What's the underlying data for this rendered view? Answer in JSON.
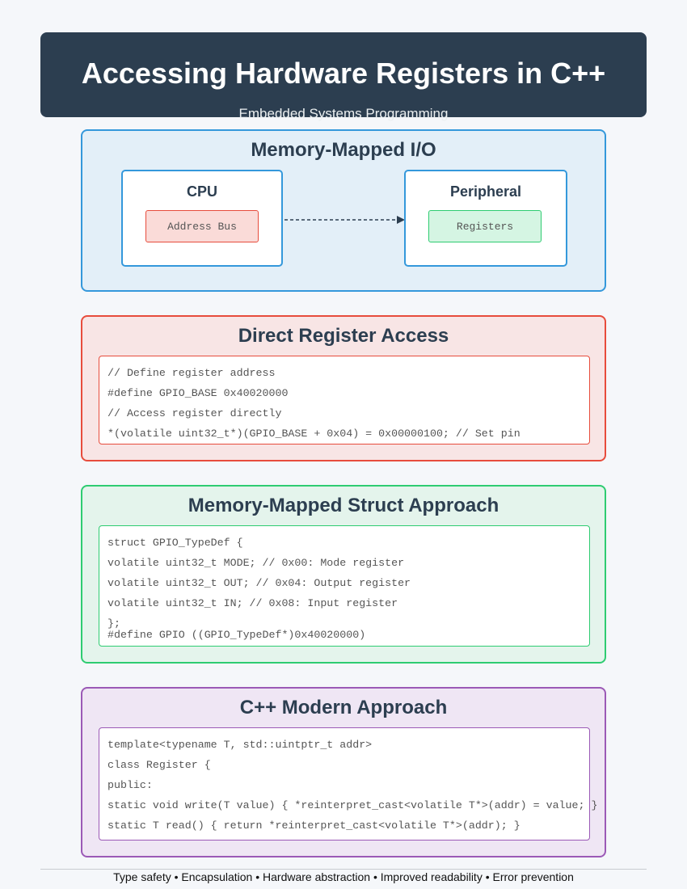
{
  "header": {
    "title": "Accessing Hardware Registers in C++",
    "subtitle": "Embedded Systems Programming"
  },
  "memory_mapped": {
    "title": "Memory-Mapped I/O",
    "cpu": {
      "title": "CPU",
      "chip": "Address Bus"
    },
    "peripheral": {
      "title": "Peripheral",
      "chip": "Registers"
    }
  },
  "direct": {
    "title": "Direct Register Access",
    "lines": [
      "// Define register address",
      "#define GPIO_BASE 0x40020000",
      "// Access register directly",
      "*(volatile uint32_t*)(GPIO_BASE + 0x04) = 0x00000100; // Set pin"
    ]
  },
  "struct": {
    "title": "Memory-Mapped Struct Approach",
    "lines": [
      "struct GPIO_TypeDef {",
      "volatile uint32_t MODE; // 0x00: Mode register",
      "volatile uint32_t OUT; // 0x04: Output register",
      "volatile uint32_t IN; // 0x08: Input register",
      "};",
      "#define GPIO ((GPIO_TypeDef*)0x40020000)"
    ]
  },
  "modern": {
    "title": "C++ Modern Approach",
    "lines": [
      "template<typename T, std::uintptr_t addr>",
      "class Register {",
      "public:",
      "static void write(T value) { *reinterpret_cast<volatile T*>(addr) = value; }",
      "static T read() { return *reinterpret_cast<volatile T*>(addr); }"
    ]
  },
  "footer": "Type safety • Encapsulation • Hardware abstraction • Improved readability • Error prevention",
  "colors": {
    "header": "#2c3e50",
    "blue": "#3498db",
    "red": "#e74c3c",
    "green": "#2ecc71",
    "purple": "#9b59b6"
  }
}
